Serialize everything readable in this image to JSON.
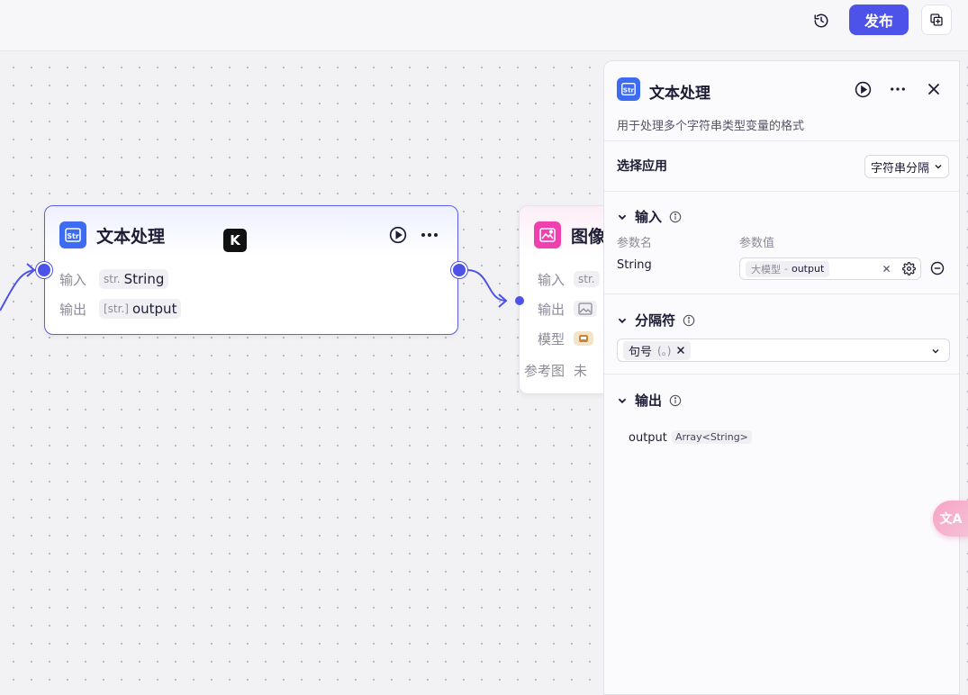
{
  "toolbar": {
    "history_icon": "history-icon",
    "publish_label": "发布",
    "copy_icon": "copy-icon"
  },
  "colors": {
    "accent": "#4d53e8",
    "text_node_icon": "#3d6cf2",
    "image_node_icon": "#f040b0"
  },
  "canvas": {
    "text_node": {
      "title": "文本处理",
      "badge": "K",
      "input_label": "输入",
      "input_type": "str.",
      "input_value": "String",
      "output_label": "输出",
      "output_type": "[str.]",
      "output_value": "output"
    },
    "image_node": {
      "title": "图像",
      "rows": [
        {
          "label": "输入",
          "value": "str."
        },
        {
          "label": "输出",
          "value": ""
        },
        {
          "label": "模型",
          "value": ""
        },
        {
          "label": "参考图",
          "value": "未"
        }
      ]
    }
  },
  "panel": {
    "title": "文本处理",
    "description": "用于处理多个字符串类型变量的格式",
    "app_select_label": "选择应用",
    "app_select_value": "字符串分隔",
    "input_section": {
      "label": "输入",
      "col_name": "参数名",
      "col_value": "参数值",
      "param_name": "String",
      "ref_source": "大模型",
      "ref_sep": "-",
      "ref_field": "output"
    },
    "separator_section": {
      "label": "分隔符",
      "tag_label": "句号",
      "tag_symbol": "(。)"
    },
    "output_section": {
      "label": "输出",
      "name": "output",
      "type": "Array<String>"
    }
  },
  "fab": {
    "label": "文A"
  }
}
